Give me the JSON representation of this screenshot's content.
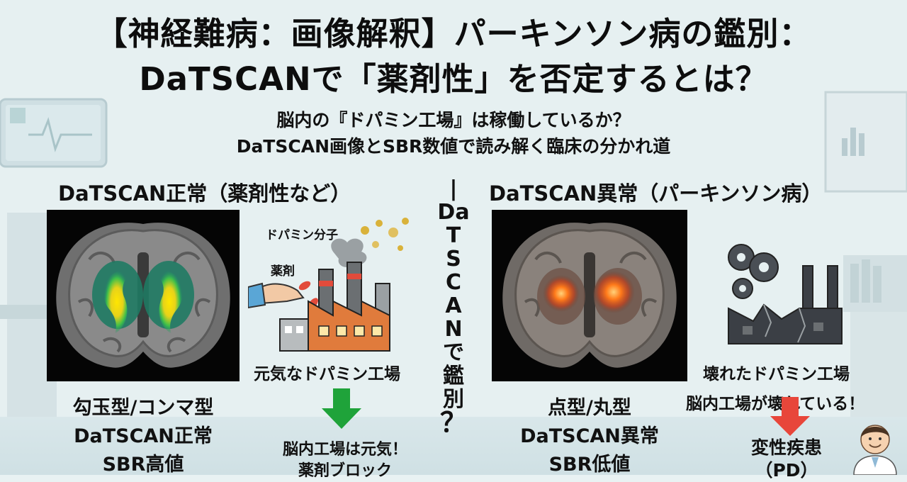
{
  "title": {
    "line1": "【神経難病：画像解釈】パーキンソン病の鑑別：",
    "line2": "DaTSCANで「薬剤性」を否定するとは？"
  },
  "subtitle": {
    "line1": "脳内の『ドパミン工場』は稼働しているか？",
    "line2": "DaTSCAN画像とSBR数値で読み解く臨床の分かれ道"
  },
  "left": {
    "heading": "DaTSCAN正常（薬剤性など）",
    "molecule_label": "ドパミン分子",
    "drug_label": "薬剤",
    "factory_label": "元気なドパミン工場",
    "findings": [
      "勾玉型/コンマ型",
      "DaTSCAN正常",
      "SBR高値"
    ],
    "result_line1": "脳内工場は元気！",
    "result_line2": "薬剤ブロック"
  },
  "center": {
    "chars": [
      "|",
      "Da",
      "T",
      "S",
      "C",
      "A",
      "N",
      "で",
      "鑑",
      "別",
      "？"
    ]
  },
  "right": {
    "heading": "DaTSCAN異常（パーキンソン病）",
    "factory_label": "壊れたドパミン工場",
    "factory_note": "脳内工場が壊れている！",
    "findings": [
      "点型/丸型",
      "DaTSCAN異常",
      "SBR低値"
    ],
    "result_line1": "変性疾患",
    "result_line2": "（PD）"
  },
  "colors": {
    "arrow_green": "#1fa33a",
    "arrow_red": "#e8463a",
    "factory_orange": "#e07b3c",
    "broken_factory": "#3b3f45"
  }
}
